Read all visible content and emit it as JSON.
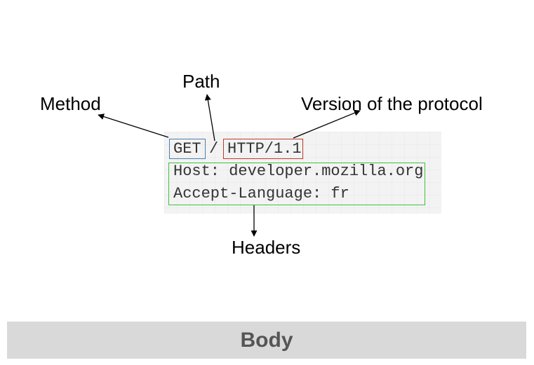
{
  "labels": {
    "method": "Method",
    "path": "Path",
    "version": "Version of the protocol",
    "headers": "Headers"
  },
  "request": {
    "method": "GET",
    "path": "/",
    "version": "HTTP/1.1",
    "header_lines": [
      "Host: developer.mozilla.org",
      "Accept-Language: fr"
    ]
  },
  "body_section": {
    "label": "Body"
  },
  "colors": {
    "method_box": "#4a7fb0",
    "version_box": "#c0392b",
    "headers_box": "#3cc43c",
    "body_bar": "#d9d9d9"
  }
}
